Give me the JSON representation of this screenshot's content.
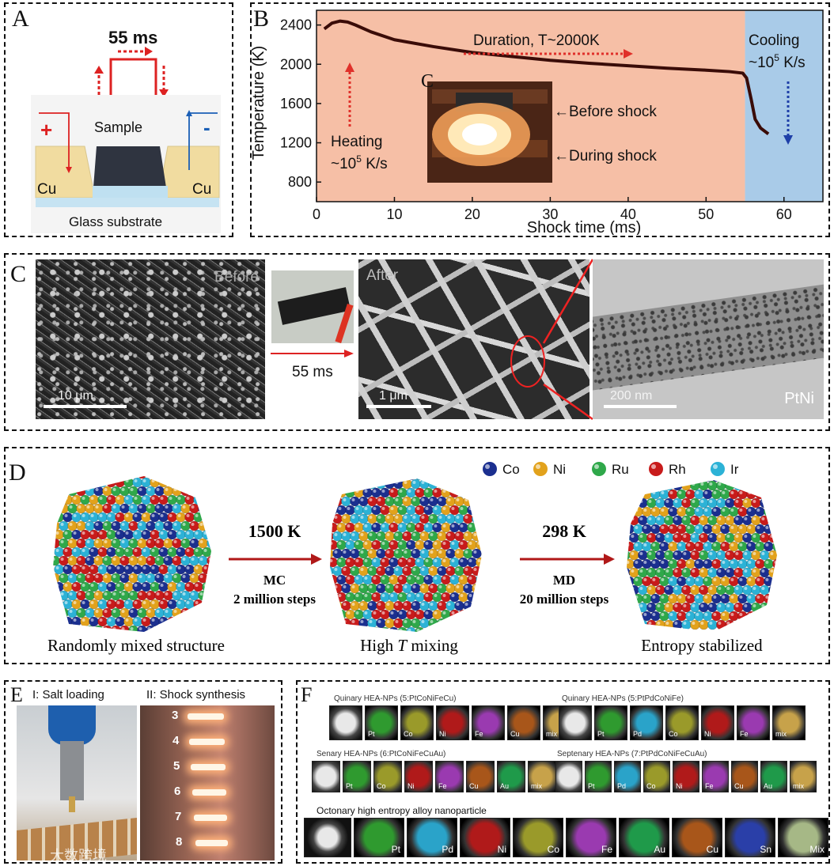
{
  "panel_a": {
    "label": "A",
    "pulse": "55 ms",
    "sample": "Sample",
    "plus": "+",
    "minus": "-",
    "cu_left": "Cu",
    "cu_right": "Cu",
    "substrate": "Glass substrate"
  },
  "panel_b": {
    "label": "B",
    "inset_label": "C",
    "before": "←Before shock",
    "during": "←During shock",
    "duration": "Duration, T~2000K",
    "heating_1": "Heating",
    "heating_2": "~10",
    "heating_exp": "5",
    "heating_unit": " K/s",
    "cooling_1": "Cooling",
    "cooling_2": "~10",
    "cooling_exp": "5",
    "cooling_unit": " K/s",
    "colors": {
      "heating_region": "#f6bfa6",
      "cooling_region": "#a9cbe8",
      "curve": "#3a0c08",
      "arrow_red": "#e0302a",
      "arrow_blue": "#1e3fa8"
    }
  },
  "chart_data": {
    "type": "line",
    "xlabel": "Shock time (ms)",
    "ylabel": "Temperature (K)",
    "xlim": [
      0,
      65
    ],
    "ylim": [
      600,
      2550
    ],
    "xticks": [
      0,
      10,
      20,
      30,
      40,
      50,
      60
    ],
    "yticks": [
      800,
      1200,
      1600,
      2000,
      2400
    ],
    "series": [
      {
        "x": [
          1,
          2,
          3,
          4,
          5,
          7,
          10,
          15,
          20,
          25,
          30,
          35,
          40,
          45,
          50,
          53,
          54.7,
          55.2,
          55.8,
          56.3,
          57,
          58
        ],
        "y": [
          2360,
          2420,
          2440,
          2430,
          2400,
          2330,
          2250,
          2180,
          2120,
          2080,
          2040,
          2010,
          1985,
          1960,
          1940,
          1925,
          1910,
          1860,
          1640,
          1440,
          1350,
          1290
        ]
      }
    ]
  },
  "panel_c": {
    "label": "C",
    "before": "Before",
    "after": "After",
    "arrow_text": "55 ms",
    "scale_1": "10 μm",
    "scale_2": "1 μm",
    "scale_3": "200 nm",
    "material": "PtNi"
  },
  "panel_d": {
    "label": "D",
    "legend": [
      "Co",
      "Ni",
      "Ru",
      "Rh",
      "Ir"
    ],
    "legend_colors": [
      "#1b2f8f",
      "#e2a21c",
      "#2fa84a",
      "#c81b1b",
      "#2cb2d6"
    ],
    "step1_temp": "1500 K",
    "step1_method": "MC",
    "step1_steps": "2 million steps",
    "step2_temp": "298 K",
    "step2_method": "MD",
    "step2_steps": "20 million steps",
    "cap1": "Randomly mixed structure",
    "cap2_a": "High ",
    "cap2_t": "T",
    "cap2_b": " mixing",
    "cap3": "Entropy  stabilized"
  },
  "panel_e": {
    "label": "E",
    "sub1": "I: Salt loading",
    "sub2": "II: Shock synthesis",
    "numbers": [
      "3",
      "4",
      "5",
      "6",
      "7",
      "8"
    ]
  },
  "panel_f": {
    "label": "F",
    "q1_title": "Quinary HEA-NPs (5:PtCoNiFeCu)",
    "q1_maps": [
      "Pt",
      "Co",
      "Ni",
      "Fe",
      "Cu",
      "mix"
    ],
    "q2_title": "Quinary HEA-NPs (5:PtPdCoNiFe)",
    "q2_maps": [
      "Pt",
      "Pd",
      "Co",
      "Ni",
      "Fe",
      "mix"
    ],
    "s1_title": "Senary HEA-NPs (6:PtCoNiFeCuAu)",
    "s1_maps": [
      "Pt",
      "Co",
      "Ni",
      "Fe",
      "Cu",
      "Au",
      "mix"
    ],
    "s2_title": "Septenary HEA-NPs (7:PtPdCoNiFeCuAu)",
    "s2_maps": [
      "Pt",
      "Pd",
      "Co",
      "Ni",
      "Fe",
      "Cu",
      "Au",
      "mix"
    ],
    "o_title": "Octonary high entropy alloy nanoparticle",
    "o_maps": [
      "Pt",
      "Pd",
      "Ni",
      "Co",
      "Fe",
      "Au",
      "Cu",
      "Sn",
      "Mix"
    ],
    "map_colors": {
      "Pt": "#2f9a2f",
      "Pd": "#2aa3c9",
      "Co": "#9a9a2a",
      "Ni": "#b01a1a",
      "Fe": "#9a3ab0",
      "Cu": "#a8561a",
      "Au": "#1f9a4a",
      "Sn": "#2a3fa8",
      "mix": "#c7a24a",
      "Mix": "#a6b886"
    }
  },
  "watermark": "大数跨境"
}
